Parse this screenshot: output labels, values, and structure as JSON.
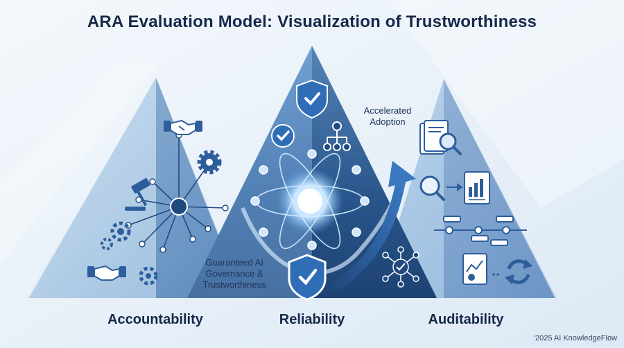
{
  "title": "ARA Evaluation Model: Visualization of Trustworthiness",
  "pillars": [
    {
      "label": "Accountability"
    },
    {
      "label": "Reliability"
    },
    {
      "label": "Auditability"
    }
  ],
  "annotations": {
    "adoption": [
      "Accelerated",
      "Adoption"
    ],
    "governance": [
      "Guaranteed AI",
      "Governance &",
      "Trustworthiness"
    ]
  },
  "footer": {
    "copyright": "'2025 AI KnowledgeFlow"
  },
  "colors": {
    "background": "#e9f1f8",
    "title": "#16284a",
    "pillar_light": "#b7d3ea",
    "pillar_dark": "#2f5f98",
    "accent": "#3a78c2"
  },
  "icons": {
    "accountability": [
      "handshake-icon",
      "gear-icon",
      "gavel-icon",
      "network-hub-icon",
      "gears-icon",
      "handshake-icon",
      "gear-icon"
    ],
    "reliability": [
      "shield-check-icon",
      "check-circle-icon",
      "hierarchy-icon",
      "atom-icon",
      "network-icon",
      "shield-check-icon"
    ],
    "auditability": [
      "document-search-icon",
      "magnifier-icon",
      "report-icon",
      "timeline-icon",
      "chart-report-icon",
      "refresh-cycle-icon"
    ]
  }
}
